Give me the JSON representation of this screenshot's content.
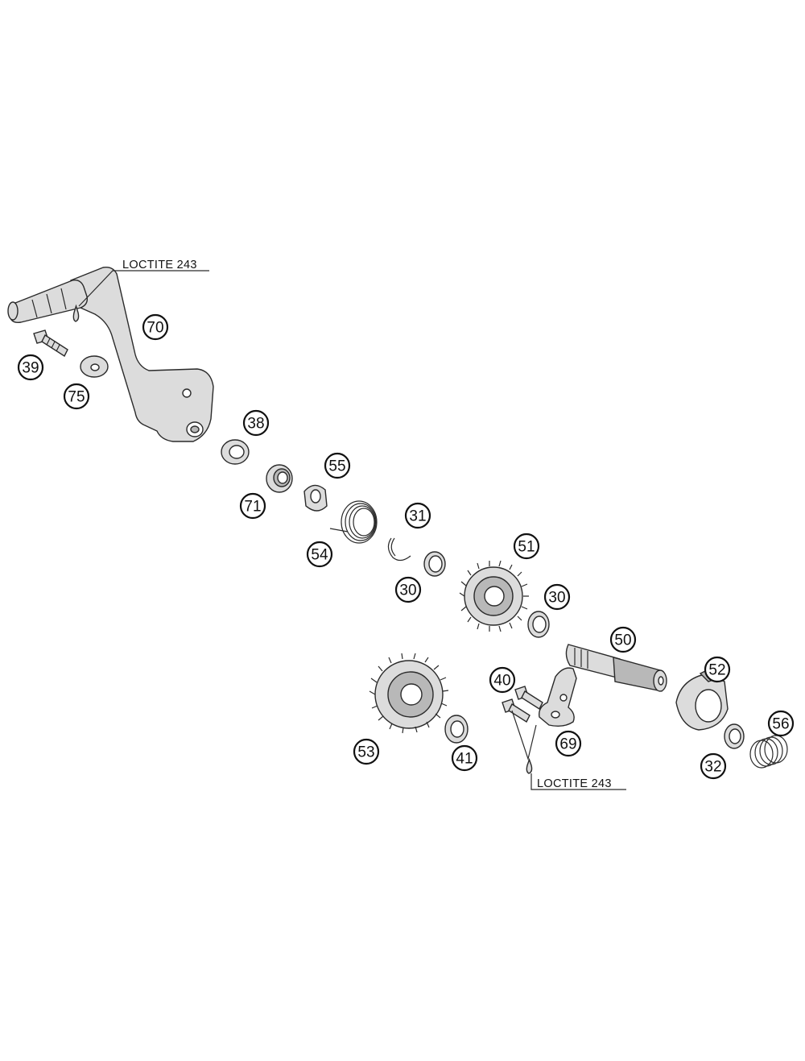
{
  "notes": {
    "loctite_top": "LOCTITE 243",
    "loctite_bottom": "LOCTITE 243"
  },
  "callouts": {
    "c70": "70",
    "c39": "39",
    "c75": "75",
    "c38": "38",
    "c71": "71",
    "c55": "55",
    "c54": "54",
    "c31": "31",
    "c30a": "30",
    "c51": "51",
    "c30b": "30",
    "c50": "50",
    "c40": "40",
    "c69": "69",
    "c53": "53",
    "c41": "41",
    "c52": "52",
    "c32": "32",
    "c56": "56"
  },
  "colors": {
    "part_fill": "#dcdcdc",
    "line": "#2a2a2a",
    "background": "#ffffff"
  }
}
